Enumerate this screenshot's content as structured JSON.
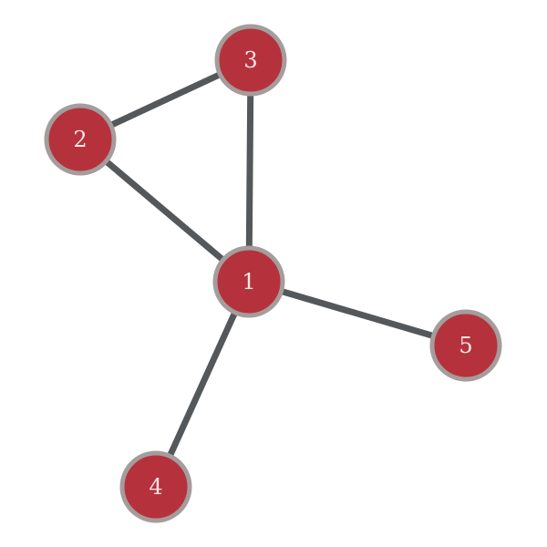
{
  "graph": {
    "nodes": [
      {
        "id": "1",
        "label": "1"
      },
      {
        "id": "2",
        "label": "2"
      },
      {
        "id": "3",
        "label": "3"
      },
      {
        "id": "4",
        "label": "4"
      },
      {
        "id": "5",
        "label": "5"
      }
    ],
    "edges": [
      {
        "source": "2",
        "target": "3"
      },
      {
        "source": "2",
        "target": "1"
      },
      {
        "source": "3",
        "target": "1"
      },
      {
        "source": "1",
        "target": "5"
      },
      {
        "source": "1",
        "target": "4"
      }
    ]
  },
  "colors": {
    "node_fill": "#b5323c",
    "node_stroke": "#a59c9c",
    "edge": "#54585b",
    "label": "#f3e6e6",
    "background": "#ffffff"
  }
}
